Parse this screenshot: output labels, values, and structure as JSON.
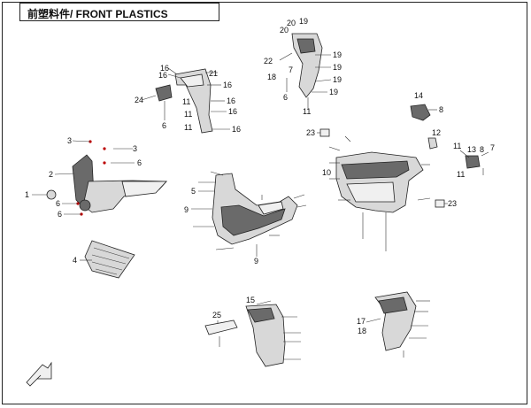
{
  "title": "前塑料件/ FRONT PLASTICS",
  "callouts": [
    {
      "id": "c1",
      "text": "1"
    },
    {
      "id": "c2",
      "text": "2"
    },
    {
      "id": "c3a",
      "text": "3"
    },
    {
      "id": "c3b",
      "text": "3"
    },
    {
      "id": "c4",
      "text": "4"
    },
    {
      "id": "c6a",
      "text": "6"
    },
    {
      "id": "c6b",
      "text": "6"
    },
    {
      "id": "c6c",
      "text": "6"
    },
    {
      "id": "c16a",
      "text": "16"
    },
    {
      "id": "c16b",
      "text": "16"
    },
    {
      "id": "c21",
      "text": "21"
    },
    {
      "id": "c16c",
      "text": "16"
    },
    {
      "id": "c16d",
      "text": "16"
    },
    {
      "id": "c16e",
      "text": "16"
    },
    {
      "id": "c16f",
      "text": "16"
    },
    {
      "id": "c24",
      "text": "24"
    },
    {
      "id": "c11a",
      "text": "11"
    },
    {
      "id": "c11b",
      "text": "11"
    },
    {
      "id": "c11c",
      "text": "11"
    },
    {
      "id": "c6d",
      "text": "6"
    },
    {
      "id": "c20a",
      "text": "20"
    },
    {
      "id": "c19a",
      "text": "19"
    },
    {
      "id": "c20b",
      "text": "20"
    },
    {
      "id": "c22",
      "text": "22"
    },
    {
      "id": "c7a",
      "text": "7"
    },
    {
      "id": "c18a",
      "text": "18"
    },
    {
      "id": "c19b",
      "text": "19"
    },
    {
      "id": "c19c",
      "text": "19"
    },
    {
      "id": "c19d",
      "text": "19"
    },
    {
      "id": "c19e",
      "text": "19"
    },
    {
      "id": "c6e",
      "text": "6"
    },
    {
      "id": "c11d",
      "text": "11"
    },
    {
      "id": "c14",
      "text": "14"
    },
    {
      "id": "c8a",
      "text": "8"
    },
    {
      "id": "c23a",
      "text": "23"
    },
    {
      "id": "c12",
      "text": "12"
    },
    {
      "id": "c13",
      "text": "13"
    },
    {
      "id": "c8b",
      "text": "8"
    },
    {
      "id": "c7b",
      "text": "7"
    },
    {
      "id": "c11e",
      "text": "11"
    },
    {
      "id": "c11f",
      "text": "11"
    },
    {
      "id": "c23b",
      "text": "23"
    },
    {
      "id": "c5",
      "text": "5"
    },
    {
      "id": "c9a",
      "text": "9"
    },
    {
      "id": "c9b",
      "text": "9"
    },
    {
      "id": "c10",
      "text": "10"
    },
    {
      "id": "c25",
      "text": "25"
    },
    {
      "id": "c15",
      "text": "15"
    },
    {
      "id": "c17",
      "text": "17"
    },
    {
      "id": "c18b",
      "text": "18"
    }
  ]
}
